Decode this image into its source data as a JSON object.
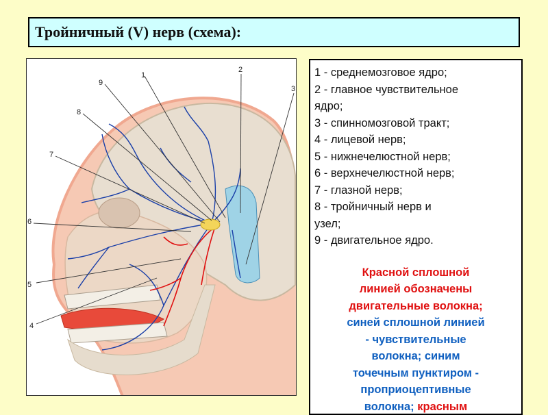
{
  "title": "Тройничный (V) нерв (схема):",
  "figure": {
    "labels": [
      "1",
      "2",
      "3",
      "4",
      "5",
      "6",
      "7",
      "8",
      "9"
    ]
  },
  "legend": {
    "items": [
      "1 - среднемозговое ядро;",
      "2 - главное чувствительное",
      "ядро;",
      "3 - спинномозговой тракт;",
      "4 - лицевой нерв;",
      "5 - нижнечелюстной нерв;",
      "6 - верхнечелюстной нерв;",
      "7 - глазной нерв;",
      "8 - тройничный нерв и",
      "узел;",
      "9 - двигательное ядро."
    ],
    "note": {
      "red1": "Красной сплошной",
      "red2": "линией обозначены",
      "red3": "двигательные волокна;",
      "blue1": "синей сплошной линией",
      "blue2": "- чувствительные",
      "blue3": "волокна; синим",
      "blue4": "точечным пунктиром -",
      "blue5": "проприоцептивные",
      "blue6a": "волокна;",
      "red4": "красным"
    }
  },
  "colors": {
    "background": "#fdfdc8",
    "title_bg": "#cfffff",
    "motor": "#e01010",
    "sensory": "#1060c0"
  }
}
